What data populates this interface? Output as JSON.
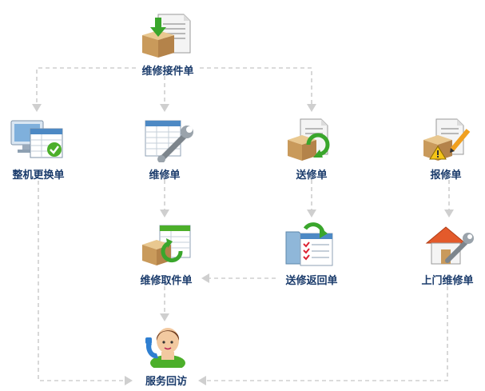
{
  "nodes": {
    "intake": {
      "label": "维修接件单",
      "icon": "box-document-icon"
    },
    "replace": {
      "label": "整机更换单",
      "icon": "computer-table-icon"
    },
    "repair": {
      "label": "维修单",
      "icon": "spreadsheet-wrench-icon"
    },
    "send": {
      "label": "送修单",
      "icon": "box-document-refresh-icon"
    },
    "report": {
      "label": "报修单",
      "icon": "box-warning-pencil-icon"
    },
    "pickup": {
      "label": "维修取件单",
      "icon": "box-spreadsheet-arrow-icon"
    },
    "return": {
      "label": "送修返回单",
      "icon": "folder-checklist-icon"
    },
    "onsite": {
      "label": "上门维修单",
      "icon": "house-wrench-icon"
    },
    "followup": {
      "label": "服务回访",
      "icon": "customer-service-icon"
    }
  },
  "colors": {
    "label": "#1a3b6b",
    "connector": "#cfcfcf",
    "accent_green": "#4caf2a"
  }
}
